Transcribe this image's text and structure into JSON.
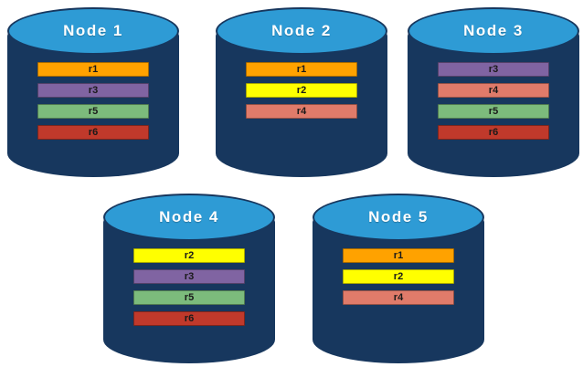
{
  "diagram": {
    "nodes": [
      {
        "label": "Node 1",
        "rows": [
          "r1",
          "r3",
          "r5",
          "r6"
        ]
      },
      {
        "label": "Node 2",
        "rows": [
          "r1",
          "r2",
          "r4"
        ]
      },
      {
        "label": "Node 3",
        "rows": [
          "r3",
          "r4",
          "r5",
          "r6"
        ]
      },
      {
        "label": "Node 4",
        "rows": [
          "r2",
          "r3",
          "r5",
          "r6"
        ]
      },
      {
        "label": "Node 5",
        "rows": [
          "r1",
          "r2",
          "r4"
        ]
      }
    ]
  },
  "colors": {
    "cylinder_body": "#17375E",
    "cylinder_top": "#2E9BD5",
    "rows": {
      "r1": "#FFA200",
      "r2": "#FFFF00",
      "r3": "#8064A2",
      "r4": "#E07B6A",
      "r5": "#7CBB7C",
      "r6": "#C0392B"
    }
  }
}
